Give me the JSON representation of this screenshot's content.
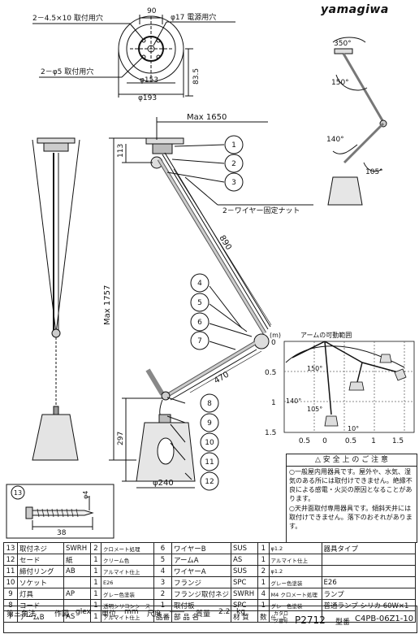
{
  "brand": "yamagiwa",
  "top_view": {
    "hole_label_1": "2－4.5×10 取付用穴",
    "hole_label_2": "2－φ5 取付用穴",
    "dim_90": "90",
    "dim_17": "φ17 電源用穴",
    "dim_153": "φ153",
    "dim_193": "φ193",
    "dim_83_5": "83.5"
  },
  "main": {
    "max_1650": "Max 1650",
    "max_1757": "Max 1757",
    "dim_113": "113",
    "dim_890": "890",
    "dim_470": "470",
    "dim_297": "297",
    "dim_240": "φ240",
    "wire_nut": "2－ワイヤー固定ナット",
    "callouts": [
      "1",
      "2",
      "3",
      "4",
      "5",
      "6",
      "7",
      "8",
      "9",
      "10",
      "11",
      "12"
    ]
  },
  "side_view": {
    "deg_350": "350°",
    "deg_150": "150°",
    "deg_140": "140°",
    "deg_105": "105°"
  },
  "range": {
    "title": "アームの可動範囲",
    "unit": "(m)",
    "yticks": [
      "0",
      "0.5",
      "1",
      "1.5"
    ],
    "xticks": [
      "0.5",
      "0",
      "0.5",
      "1",
      "1.5"
    ],
    "deg_150": "150°",
    "deg_140": "140°",
    "deg_105": "105°",
    "deg_10": "10°"
  },
  "screw": {
    "no": "13",
    "dim_4": "φ4",
    "dim_38": "38"
  },
  "safety": {
    "header": "△ 安 全 上 の ご 注 意",
    "p1": "○一般屋内用器具です。屋外や、水気、湿気のある所には取付けできません。絶縁不良による感電・火災の原因となることがあります。",
    "p2": "○天井面取付専用器具です。傾斜天井には取付けできません。落下のおそれがあります。"
  },
  "parts": [
    {
      "no": "13",
      "name": "取付ネジ",
      "mat": "SWRH",
      "qty": "2",
      "finish": "クロメート処理",
      "no2": "6",
      "name2": "ワイヤーB",
      "mat2": "SUS",
      "qty2": "1",
      "fin2": "φ1.2"
    },
    {
      "no": "12",
      "name": "セード",
      "mat": "紙",
      "qty": "1",
      "finish": "クリーム色",
      "no2": "5",
      "name2": "アームA",
      "mat2": "AS",
      "qty2": "1",
      "fin2": "アルマイト仕上"
    },
    {
      "no": "11",
      "name": "締付リング",
      "mat": "AB",
      "qty": "1",
      "finish": "アルマイト仕上",
      "no2": "4",
      "name2": "ワイヤーA",
      "mat2": "SUS",
      "qty2": "2",
      "fin2": "φ1.2"
    },
    {
      "no": "10",
      "name": "ソケット",
      "mat": "",
      "qty": "1",
      "finish": "E26",
      "no2": "3",
      "name2": "フランジ",
      "mat2": "SPC",
      "qty2": "1",
      "fin2": "グレー色塗装"
    },
    {
      "no": "9",
      "name": "灯具",
      "mat": "AP",
      "qty": "1",
      "finish": "グレー色塗装",
      "no2": "2",
      "name2": "フランジ取付ネジ",
      "mat2": "SWRH",
      "qty2": "4",
      "fin2": "M4 クロメート処理"
    },
    {
      "no": "8",
      "name": "コード",
      "mat": "",
      "qty": "1",
      "finish": "透明シリコンシース",
      "no2": "1",
      "name2": "取付板",
      "mat2": "SPC",
      "qty2": "1",
      "fin2": "グレー色塗装"
    },
    {
      "no": "7",
      "name": "アームB",
      "mat": "AS",
      "qty": "1",
      "finish": "アルマイト仕上",
      "no2": "品番",
      "name2": "部 品 名",
      "mat2": "材 質",
      "qty2": "数",
      "fin2": "仕　上"
    }
  ],
  "spec": {
    "socket_label": "器具タイプ",
    "socket": "E26",
    "lamp_label": "ランプ",
    "lamp": "普通ランプ シリカ 60W×1"
  },
  "meta": {
    "angle": "第三角法",
    "author_label": "作図",
    "author": "glex",
    "unit_label": "単位",
    "unit": "mm",
    "scale_label": "尺度",
    "scale": "――",
    "weight_label": "質量",
    "weight": "2.2",
    "weight_unit": "kg",
    "catalog_label": "カタログ番号",
    "catalog": "P2712",
    "model_label": "型番",
    "model": "C4PB-06Z1-10"
  }
}
